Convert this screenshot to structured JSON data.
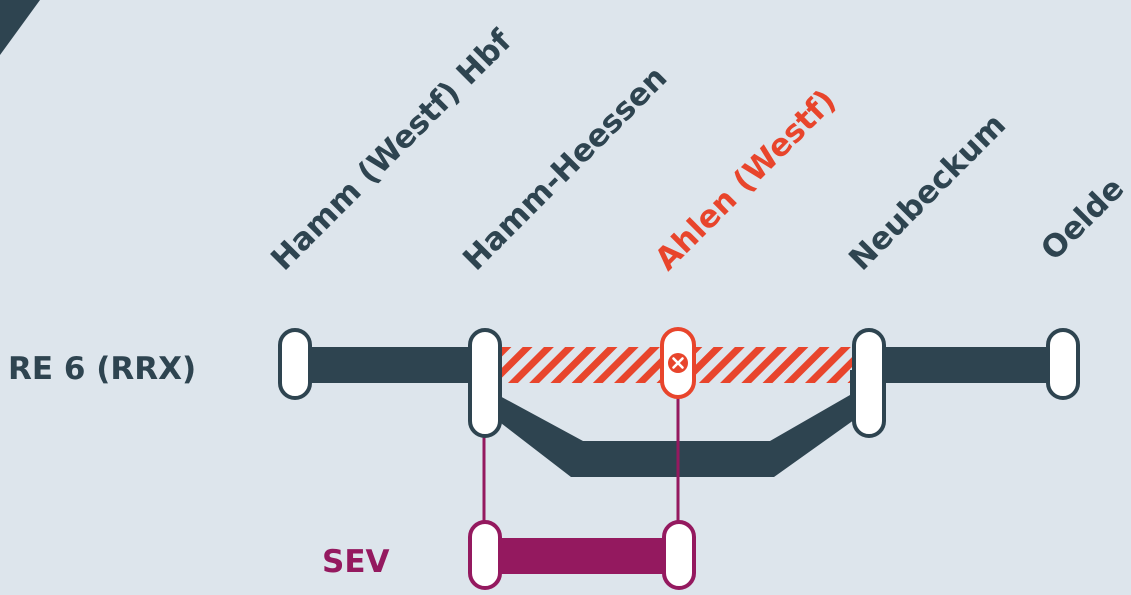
{
  "colors": {
    "background": "#dde5ec",
    "line": "#2e4450",
    "disruption": "#e8452c",
    "replacement": "#94195f",
    "stop_fill": "#ffffff"
  },
  "lines": {
    "main": {
      "label": "RE 6 (RRX)"
    },
    "replacement": {
      "label": "SEV"
    }
  },
  "stations": [
    {
      "name": "Hamm (Westf) Hbf",
      "status": "normal"
    },
    {
      "name": "Hamm-Heessen",
      "status": "normal"
    },
    {
      "name": "Ahlen (Westf)",
      "status": "closed"
    },
    {
      "name": "Neubeckum",
      "status": "normal"
    },
    {
      "name": "Oelde",
      "status": "normal"
    }
  ]
}
